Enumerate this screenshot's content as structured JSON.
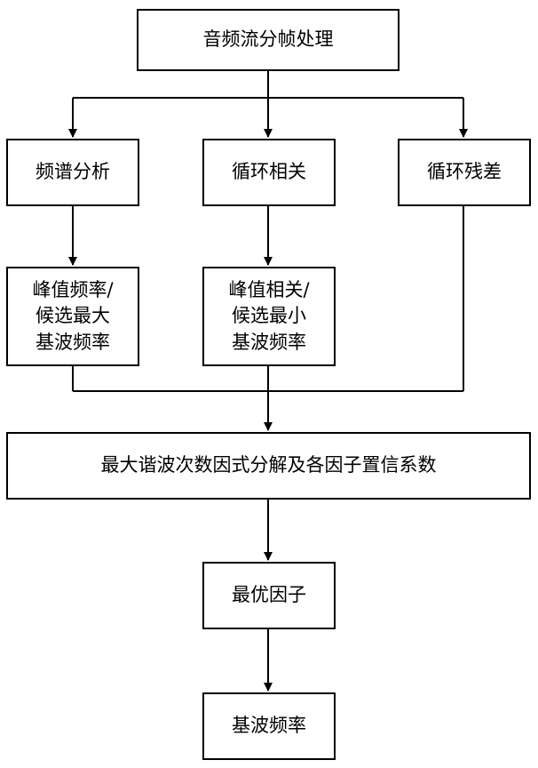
{
  "nodes": {
    "frame_split": "音频流分帧处理",
    "spectrum": "频谱分析",
    "autocorr": "循环相关",
    "residual": "循环残差",
    "peak_freq": [
      "峰值频率/",
      "候选最大",
      "基波频率"
    ],
    "peak_corr": [
      "峰值相关/",
      "候选最小",
      "基波频率"
    ],
    "factorize": "最大谐波次数因式分解及各因子置信系数",
    "best_factor": "最优因子",
    "fundamental": "基波频率"
  }
}
